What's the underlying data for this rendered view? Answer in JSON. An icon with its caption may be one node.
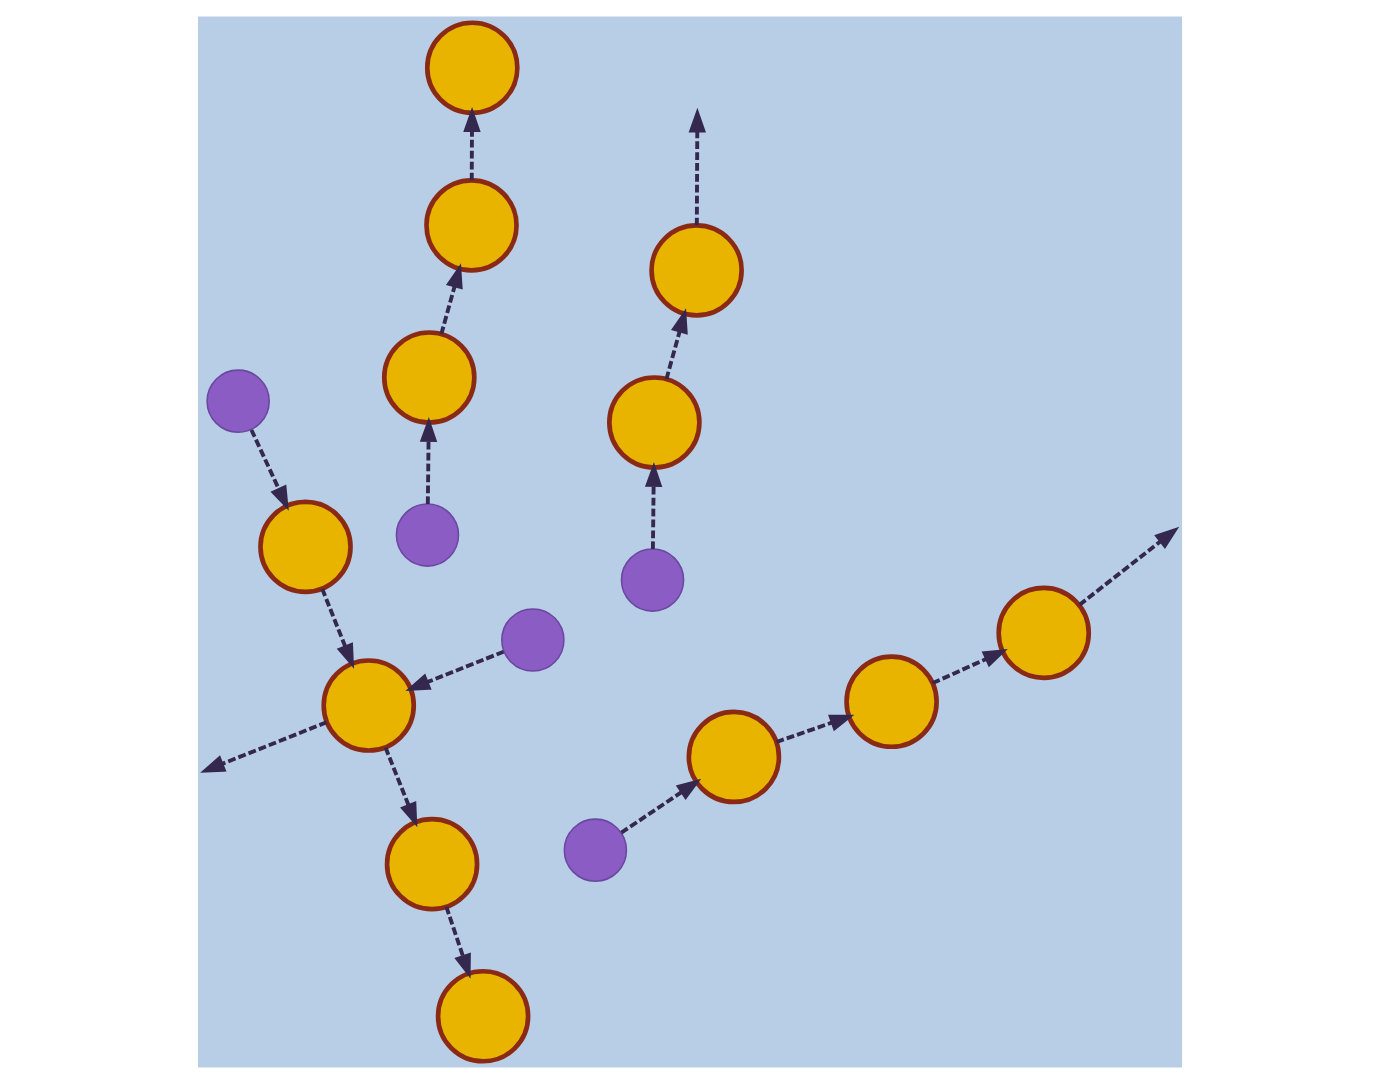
{
  "diagram": {
    "nodes": [
      {
        "text": [],
        "shape": "circle"
      },
      {
        "text": [],
        "shape": "circle"
      },
      {
        "text": [],
        "shape": "circle"
      },
      {
        "text": [],
        "shape": "circle"
      },
      {
        "text": [],
        "shape": "circle"
      },
      {
        "text": [],
        "shape": "circle"
      },
      {
        "text": [],
        "shape": "circle"
      },
      {
        "text": [],
        "shape": "circle"
      },
      {
        "text": [],
        "shape": "circle"
      },
      {
        "text": [],
        "shape": "circle"
      },
      {
        "text": [],
        "shape": "circle"
      },
      {
        "text": [],
        "shape": "circle"
      },
      {
        "text": [],
        "shape": "circle"
      },
      {
        "text": [],
        "shape": "circle"
      },
      {
        "text": [],
        "shape": "circle"
      },
      {
        "text": [],
        "shape": "circle"
      },
      {
        "text": [],
        "shape": "circle"
      }
    ],
    "edges": [
      {
        "from": 5,
        "to": 1,
        "arrow": "to",
        "style": "dashed"
      },
      {
        "from": 1,
        "to": 2,
        "arrow": "to",
        "style": "dashed"
      },
      {
        "from": 2,
        "to": 7,
        "arrow": "to",
        "style": "dashed"
      },
      {
        "from": 6,
        "to": 0,
        "arrow": "to",
        "style": "dashed"
      },
      {
        "from": 0,
        "to": 3,
        "arrow": "to",
        "style": "dashed"
      },
      {
        "from": 3,
        "to": null,
        "arrow": "to",
        "style": "dashed"
      },
      {
        "from": 15,
        "to": 4,
        "arrow": "to",
        "style": "dashed"
      },
      {
        "from": 4,
        "to": 9,
        "arrow": "to",
        "style": "dashed"
      },
      {
        "from": 9,
        "to": null,
        "arrow": "to",
        "style": "dashed"
      },
      {
        "from": 12,
        "to": 15,
        "arrow": "to",
        "style": "dashed"
      },
      {
        "from": 11,
        "to": 13,
        "arrow": "to",
        "style": "dashed"
      },
      {
        "from": 13,
        "to": 16,
        "arrow": "to",
        "style": "dashed"
      },
      {
        "from": 16,
        "to": null,
        "arrow": "to",
        "style": "dashed"
      },
      {
        "from": 14,
        "to": 16,
        "arrow": "to",
        "style": "dashed"
      },
      {
        "from": 16,
        "to": 10,
        "arrow": "to",
        "style": "dashed"
      },
      {
        "from": 10,
        "to": 8,
        "arrow": "to",
        "style": "dashed"
      }
    ]
  }
}
